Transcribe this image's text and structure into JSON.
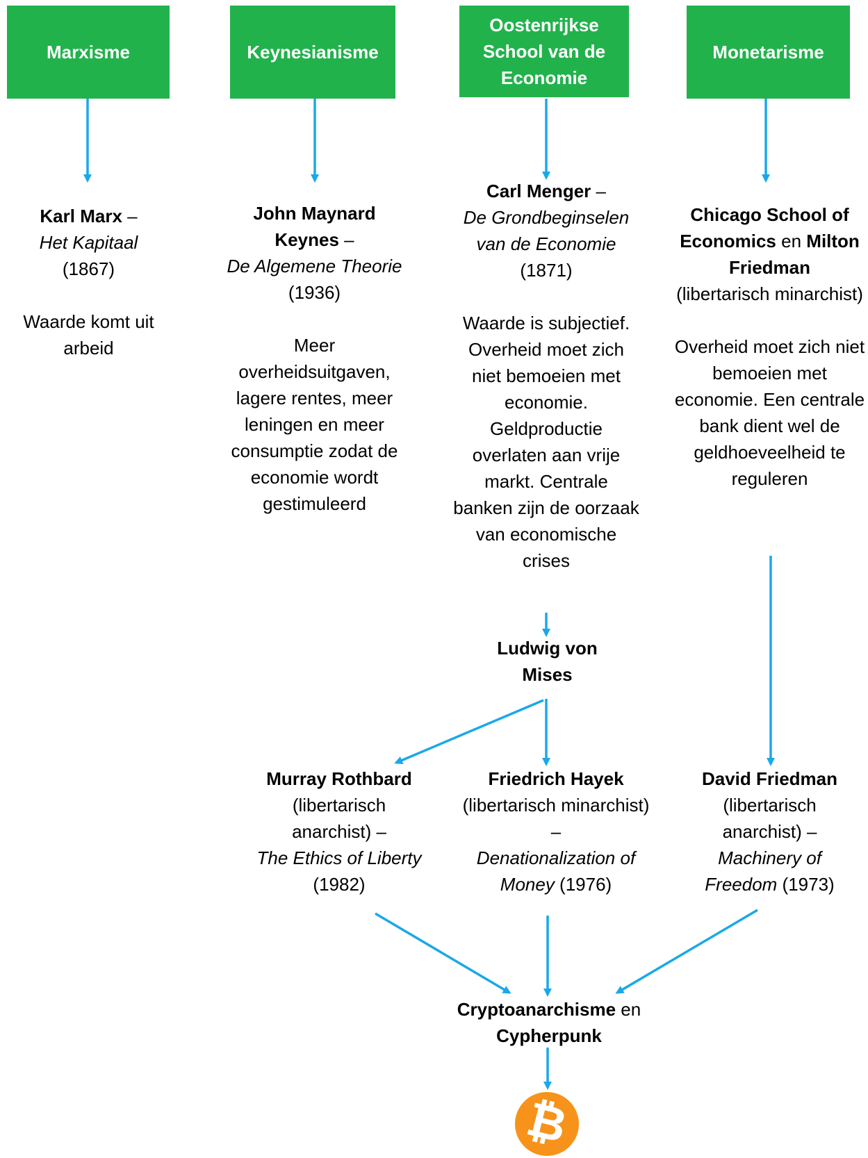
{
  "colors": {
    "header_bg": "#22b24c",
    "header_text": "#ffffff",
    "arrow": "#1aa8e8",
    "bitcoin": "#f7931a"
  },
  "schools": {
    "marxism": "Marxisme",
    "keynesianism": "Keynesianisme",
    "austrian": "Oostenrijkse School van de Economie",
    "monetarism": "Monetarisme"
  },
  "marx": {
    "name": "Karl Marx",
    "dash": " –",
    "work": "Het Kapitaal",
    "year": "(1867)",
    "summary": "Waarde komt uit arbeid"
  },
  "keynes": {
    "name": "John Maynard Keynes",
    "dash": " –",
    "work": "De Algemene Theorie",
    "year": " (1936)",
    "summary": "Meer overheidsuitgaven, lagere rentes, meer leningen en meer consumptie zodat de economie wordt gestimuleerd"
  },
  "menger": {
    "name": "Carl Menger",
    "dash": " –",
    "work": "De Grondbeginselen van de Economie",
    "year": "(1871)",
    "summary": "Waarde is subjectief. Overheid moet zich niet bemoeien met economie. Geldproductie overlaten aan vrije markt. Centrale banken zijn de oorzaak van economische crises"
  },
  "chicago": {
    "name1": "Chicago School of Economics",
    "joiner": " en ",
    "name2": "Milton Friedman",
    "note": "(libertarisch minarchist)",
    "summary": "Overheid moet zich niet bemoeien met economie. Een centrale bank dient wel de geldhoeveelheid te reguleren"
  },
  "mises": {
    "name": "Ludwig von Mises"
  },
  "rothbard": {
    "name": "Murray Rothbard",
    "note": "(libertarisch anarchist) –",
    "work": "The Ethics of Liberty",
    "year": " (1982)"
  },
  "hayek": {
    "name": "Friedrich Hayek",
    "note": "(libertarisch minarchist) –",
    "work": "Denationalization of Money",
    "year": " (1976)"
  },
  "dfriedman": {
    "name": "David Friedman",
    "note": "(libertarisch anarchist) –",
    "work": "Machinery of Freedom",
    "year": " (1973)"
  },
  "crypto": {
    "name1": "Cryptoanarchisme",
    "joiner": " en ",
    "name2": "Cypherpunk"
  },
  "bitcoin": {
    "symbol": "₿",
    "icon": "bitcoin-icon"
  }
}
